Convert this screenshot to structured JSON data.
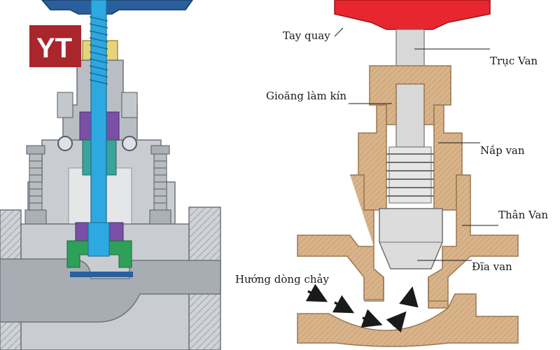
{
  "labels": {
    "handwheel": "Tay quay",
    "stem": "Trục Van",
    "gasket": "Gioăng làm kín",
    "bonnet": "Nắp van",
    "body": "Thân Van",
    "flow": "Hướng dòng chảy",
    "disc": "Đĩa van"
  },
  "logo": {
    "text": "YT"
  },
  "colors": {
    "handwheel": "#e8262f",
    "brass": "#d9b48a",
    "brass_dark": "#9a7650",
    "stem_grey": "#d8d8d8",
    "steel": "#c9cdd2",
    "steel_dark": "#8f959c",
    "stem_blue": "#2ea8e0",
    "wheel_blue": "#2a5f9e",
    "seal_purple": "#7a4fa6",
    "seat_green": "#2ea05a",
    "packing_teal": "#3aa39a",
    "logo_red": "#a8262c"
  }
}
